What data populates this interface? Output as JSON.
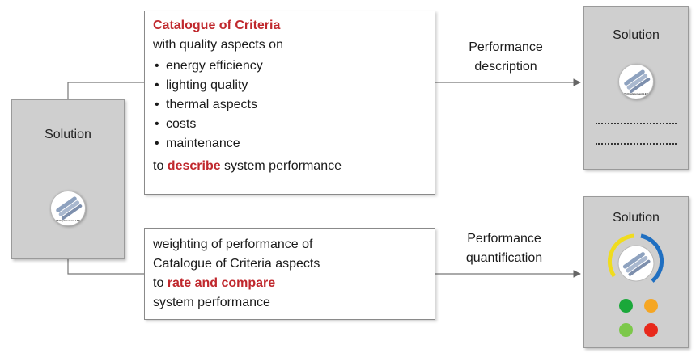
{
  "top_box": {
    "title": "Catalogue of Criteria",
    "intro": "with quality aspects on",
    "items": [
      "energy efficiency",
      "lighting quality",
      "thermal aspects",
      "costs",
      "maintenance"
    ],
    "footer_pre": "to ",
    "footer_em": "describe",
    "footer_post": " system performance"
  },
  "bottom_box": {
    "line1": "weighting of performance of",
    "line2": "Catalogue of Criteria aspects",
    "line3_em": "rate and compare",
    "line3_pre": "to ",
    "line4": "system performance"
  },
  "labels": {
    "top_line1": "Performance",
    "top_line2": "description",
    "bottom_line1": "Performance",
    "bottom_line2": "quantification"
  },
  "cards": {
    "left_title": "Solution",
    "right_top_title": "Solution",
    "right_bottom_title": "Solution",
    "logo_caption": "T8 Replacement LED"
  },
  "colors": {
    "accent_red": "#c0282d",
    "arc_yellow": "#f0dc1e",
    "arc_blue": "#1f6fc1",
    "dot_green_dark": "#1aa83a",
    "dot_orange": "#f5a623",
    "dot_green_light": "#7cc84a",
    "dot_red": "#e8291c"
  }
}
